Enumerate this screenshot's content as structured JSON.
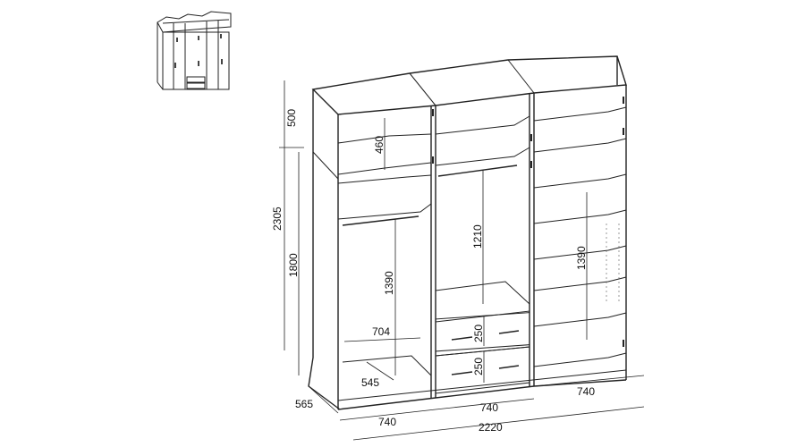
{
  "drawing": {
    "title_thumbnail": "wardrobe-preview",
    "dimensions": {
      "top_height": "500",
      "total_height": "2305",
      "body_height": "1800",
      "top_shelf_gap": "460",
      "left_hanging_height": "1390",
      "left_inner_width": "704",
      "inner_depth": "545",
      "middle_hanging_height": "1210",
      "drawer_upper": "250",
      "drawer_lower": "250",
      "right_shelf_height": "1390",
      "depth": "565",
      "module_left_width": "740",
      "module_middle_width": "740",
      "module_right_width": "740",
      "total_width": "2220"
    }
  }
}
